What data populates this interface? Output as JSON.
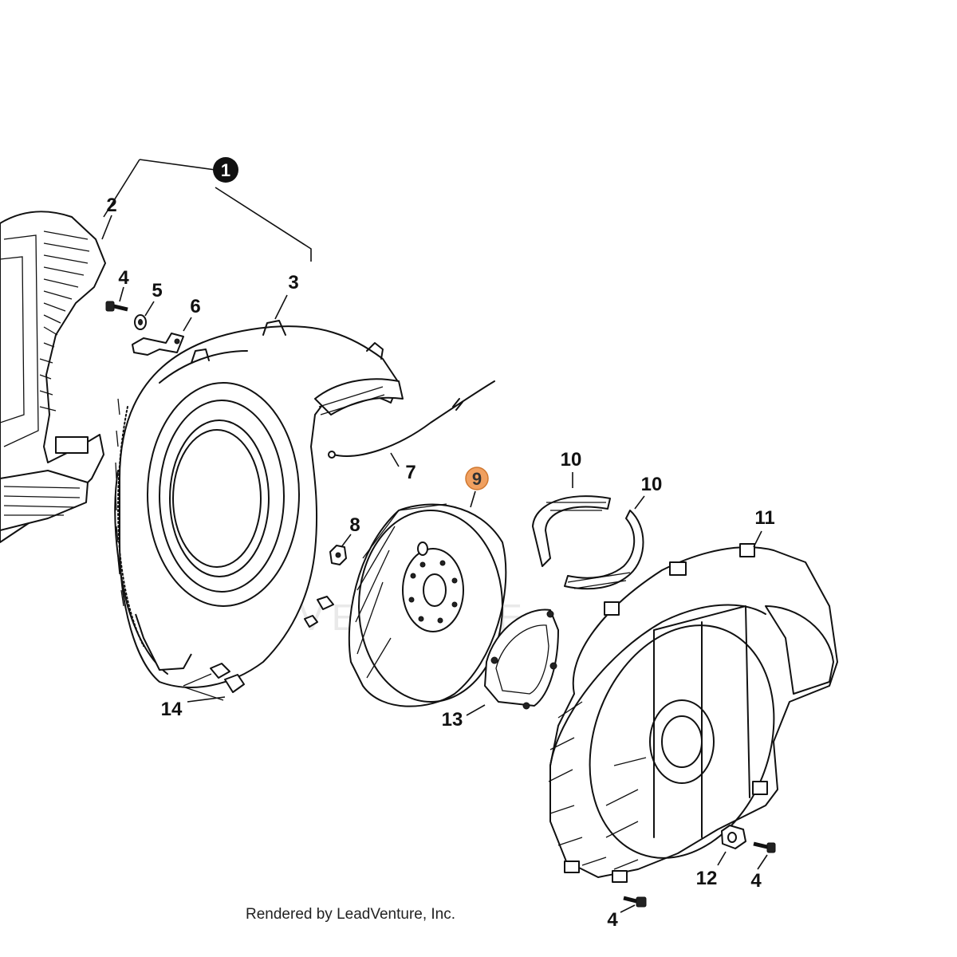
{
  "diagram": {
    "watermark": "LEADVENTURE",
    "footer_text": "Rendered by LeadVenture, Inc.",
    "highlight_color": "#f0a060",
    "assembly_callout": "1",
    "highlighted_callout": "9",
    "labels": {
      "l2": "2",
      "l3": "3",
      "l4a": "4",
      "l5": "5",
      "l6": "6",
      "l7": "7",
      "l8": "8",
      "l10a": "10",
      "l10b": "10",
      "l11": "11",
      "l12": "12",
      "l13": "13",
      "l14": "14",
      "l4b": "4",
      "l4c": "4"
    }
  }
}
